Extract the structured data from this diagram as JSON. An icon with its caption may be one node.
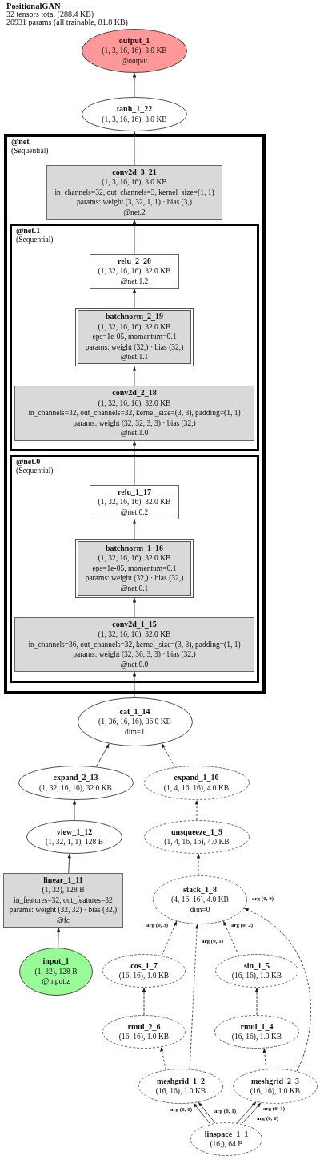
{
  "diagram": {
    "title": "PositionalGAN",
    "nodes": [
      {
        "text": [
          "output_1",
          "(1, 3, 16, 16), 3.0 KB",
          "@output"
        ]
      },
      {
        "text": [
          "tanh_1_22",
          "(1, 3, 16, 16), 3.0 KB"
        ]
      },
      {
        "text": [
          "@net",
          "(Sequential)"
        ]
      },
      {
        "text": [
          "conv2d_3_21",
          "(1, 3, 16, 16), 3.0 KB",
          "in_channels=32, out_channels=3, kernel_size=(1, 1)",
          "params: weight (3, 32, 1, 1) · bias (3,)",
          "@net.2"
        ],
        "in": 2
      },
      {
        "text": [
          "@net.1",
          "(Sequential)"
        ],
        "in": 2
      },
      {
        "text": [
          "relu_2_20",
          "(1, 32, 16, 16), 32.0 KB",
          "@net.1.2"
        ],
        "in": 4
      },
      {
        "text": [
          "batchnorm_2_19",
          "(1, 32, 16, 16), 32.0 KB",
          "eps=1e-05, momentum=0.1",
          "params: weight (32,) · bias (32,)",
          "@net.1.1"
        ],
        "in": 4
      },
      {
        "text": [
          "conv2d_2_18",
          "(1, 32, 16, 16), 32.0 KB",
          "in_channels=32, out_channels=32, kernel_size=(3, 3), padding=(1, 1)",
          "params: weight (32, 32, 3, 3) · bias (32,)",
          "@net.1.0"
        ],
        "in": 4
      },
      {
        "text": [
          "@net.0",
          "(Sequential)"
        ],
        "in": 2
      },
      {
        "text": [
          "relu_1_17",
          "(1, 32, 16, 16), 32.0 KB",
          "@net.0.2"
        ],
        "in": 8
      },
      {
        "text": [
          "batchnorm_1_16",
          "(1, 32, 16, 16), 32.0 KB",
          "eps=1e-05, momentum=0.1",
          "params: weight (32,) · bias (32,)",
          "@net.0.1"
        ],
        "in": 8
      },
      {
        "text": [
          "conv2d_1_15",
          "(1, 32, 16, 16), 32.0 KB",
          "in_channels=36, out_channels=32, kernel_size=(3, 3), padding=(1, 1)",
          "params: weight (32, 36, 3, 3) · bias (32,)",
          "@net.0.0"
        ],
        "in": 8
      },
      {
        "text": [
          "cat_1_14",
          "(1, 36, 16, 16), 36.0 KB",
          "dim=1"
        ]
      },
      {
        "text": [
          "expand_2_13",
          "(1, 32, 16, 16), 32.0 KB"
        ]
      },
      {
        "text": [
          "expand_1_10",
          "(1, 4, 16, 16), 4.0 KB"
        ]
      },
      {
        "text": [
          "view_1_12",
          "(1, 32, 1, 1), 128 B"
        ]
      },
      {
        "text": [
          "unsqueeze_1_9",
          "(1, 4, 16, 16), 4.0 KB"
        ]
      },
      {
        "text": [
          "linear_1_11",
          "(1, 32), 128 B",
          "in_features=32, out_features=32",
          "params: weight (32, 32) · bias (32,)",
          "@fc"
        ]
      },
      {
        "text": [
          "stack_1_8",
          "(4, 16, 16), 4.0 KB",
          "dim=0"
        ]
      },
      {
        "text": [
          "input_1",
          "(1, 32), 128 B",
          "@input.z"
        ]
      },
      {
        "text": [
          "cos_1_7",
          "(16, 16), 1.0 KB"
        ]
      },
      {
        "text": [
          "sin_1_5",
          "(16, 16), 1.0 KB"
        ]
      },
      {
        "text": [
          "rmul_2_6",
          "(16, 16), 1.0 KB"
        ]
      },
      {
        "text": [
          "rmul_1_4",
          "(16, 16), 1.0 KB"
        ]
      },
      {
        "text": [
          "meshgrid_1_2",
          "(16, 16), 1.0 KB"
        ]
      },
      {
        "text": [
          "meshgrid_2_3",
          "(16, 16), 1.0 KB"
        ]
      },
      {
        "text": [
          "linspace_1_1",
          "(16,), 64 B"
        ]
      }
    ],
    "edges": [
      {
        "from": 1,
        "to": 0,
        "arrow": "to"
      },
      {
        "from": 3,
        "to": 1,
        "arrow": "to"
      },
      {
        "from": 5,
        "to": 3,
        "arrow": "to"
      },
      {
        "from": 6,
        "to": 5,
        "arrow": "to"
      },
      {
        "from": 7,
        "to": 6,
        "arrow": "to"
      },
      {
        "from": 9,
        "to": 7,
        "arrow": "to"
      },
      {
        "from": 10,
        "to": 9,
        "arrow": "to"
      },
      {
        "from": 11,
        "to": 10,
        "arrow": "to"
      },
      {
        "from": 12,
        "to": 11,
        "arrow": "to"
      },
      {
        "from": 13,
        "to": 12,
        "arrow": "to"
      },
      {
        "from": 14,
        "to": 12,
        "arrow": "to",
        "style": "dashed"
      },
      {
        "from": 15,
        "to": 13,
        "arrow": "to"
      },
      {
        "from": 16,
        "to": 14,
        "arrow": "to",
        "style": "dashed"
      },
      {
        "from": 17,
        "to": 15,
        "arrow": "to"
      },
      {
        "from": 18,
        "to": 16,
        "arrow": "to",
        "style": "dashed"
      },
      {
        "from": 19,
        "to": 17,
        "arrow": "to"
      },
      {
        "from": 20,
        "to": 18,
        "arrow": "to",
        "label": "arg (0, 3)",
        "style": "dashed"
      },
      {
        "from": 24,
        "to": 18,
        "arrow": "to",
        "label": "arg (0, 1)",
        "style": "dashed"
      },
      {
        "from": 21,
        "to": 18,
        "arrow": "to",
        "label": "arg (0, 2)",
        "style": "dashed"
      },
      {
        "from": 25,
        "to": 18,
        "arrow": "to",
        "label": "arg (0, 0)",
        "style": "dashed"
      },
      {
        "from": 22,
        "to": 20,
        "arrow": "to",
        "style": "dashed"
      },
      {
        "from": 23,
        "to": 21,
        "arrow": "to",
        "style": "dashed"
      },
      {
        "from": 24,
        "to": 22,
        "arrow": "to",
        "style": "dashed"
      },
      {
        "from": 25,
        "to": 23,
        "arrow": "to",
        "style": "dashed"
      },
      {
        "from": 26,
        "to": 24,
        "arrow": "to",
        "label": "arg (0, 0)"
      },
      {
        "from": 26,
        "to": 24,
        "arrow": "to",
        "label": "arg (0, 1)"
      },
      {
        "from": 26,
        "to": 25,
        "arrow": "to",
        "label": "arg (0, 0)"
      },
      {
        "from": 26,
        "to": 25,
        "arrow": "to",
        "label": "arg (0, 1)"
      }
    ],
    "labels": [
      "32 tensors total (288.4 KB)",
      "20931 params (all trainable, 81.8 KB)"
    ]
  }
}
